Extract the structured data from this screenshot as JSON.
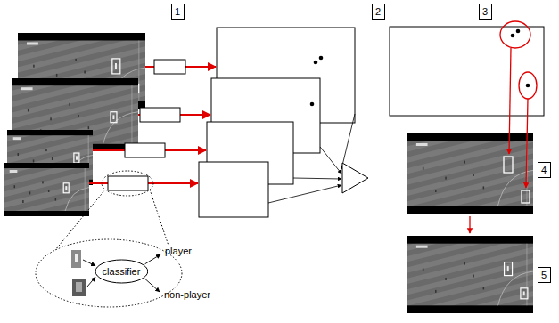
{
  "diagram": {
    "nodes": [
      {
        "text": [
          "classifier"
        ]
      }
    ],
    "labels": [
      "1",
      "2",
      "3",
      "4",
      "5",
      "player",
      "non-player"
    ]
  }
}
